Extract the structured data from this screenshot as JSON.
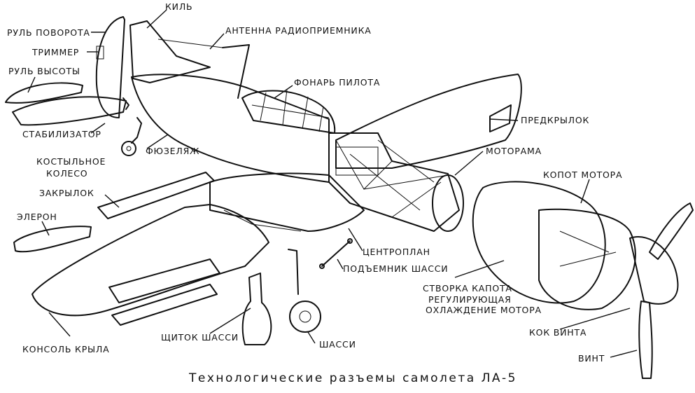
{
  "title": "Технологические разъемы самолета ЛА-5",
  "labels": {
    "kil": "КИЛЬ",
    "rul_povorota": "РУЛЬ ПОВОРОТА",
    "antenna": "АНТЕННА РАДИОПРИЕМНИКА",
    "trimmer": "ТРИММЕР",
    "rul_vysoty": "РУЛЬ ВЫСОТЫ",
    "fonar": "ФОНАРЬ ПИЛОТА",
    "predkrylok": "ПРЕДКРЫЛОК",
    "stabilizator": "СТАБИЛИЗАТОР",
    "fuzelyazh": "ФЮЗЕЛЯЖ",
    "kostylnoe_1": "КОСТЫЛЬНОЕ",
    "kostylnoe_2": "КОЛЕСО",
    "motorama": "МОТОРАМА",
    "kapot": "КОПОТ МОТОРА",
    "zakrylok": "ЗАКРЫЛОК",
    "eleron": "ЭЛЕРОН",
    "tsentroplan": "ЦЕНТРОПЛАН",
    "podemnik": "ПОДЪЕМНИК ШАССИ",
    "stvorka_1": "СТВОРКА КАПОТА",
    "stvorka_2": "РЕГУЛИРУЮЩАЯ",
    "stvorka_3": "ОХЛАЖДЕНИЕ МОТОРА",
    "kok": "КОК ВИНТА",
    "vint": "ВИНТ",
    "shitok": "ЩИТОК ШАССИ",
    "shassi": "ШАССИ",
    "konsol": "КОНСОЛЬ КРЫЛА"
  }
}
